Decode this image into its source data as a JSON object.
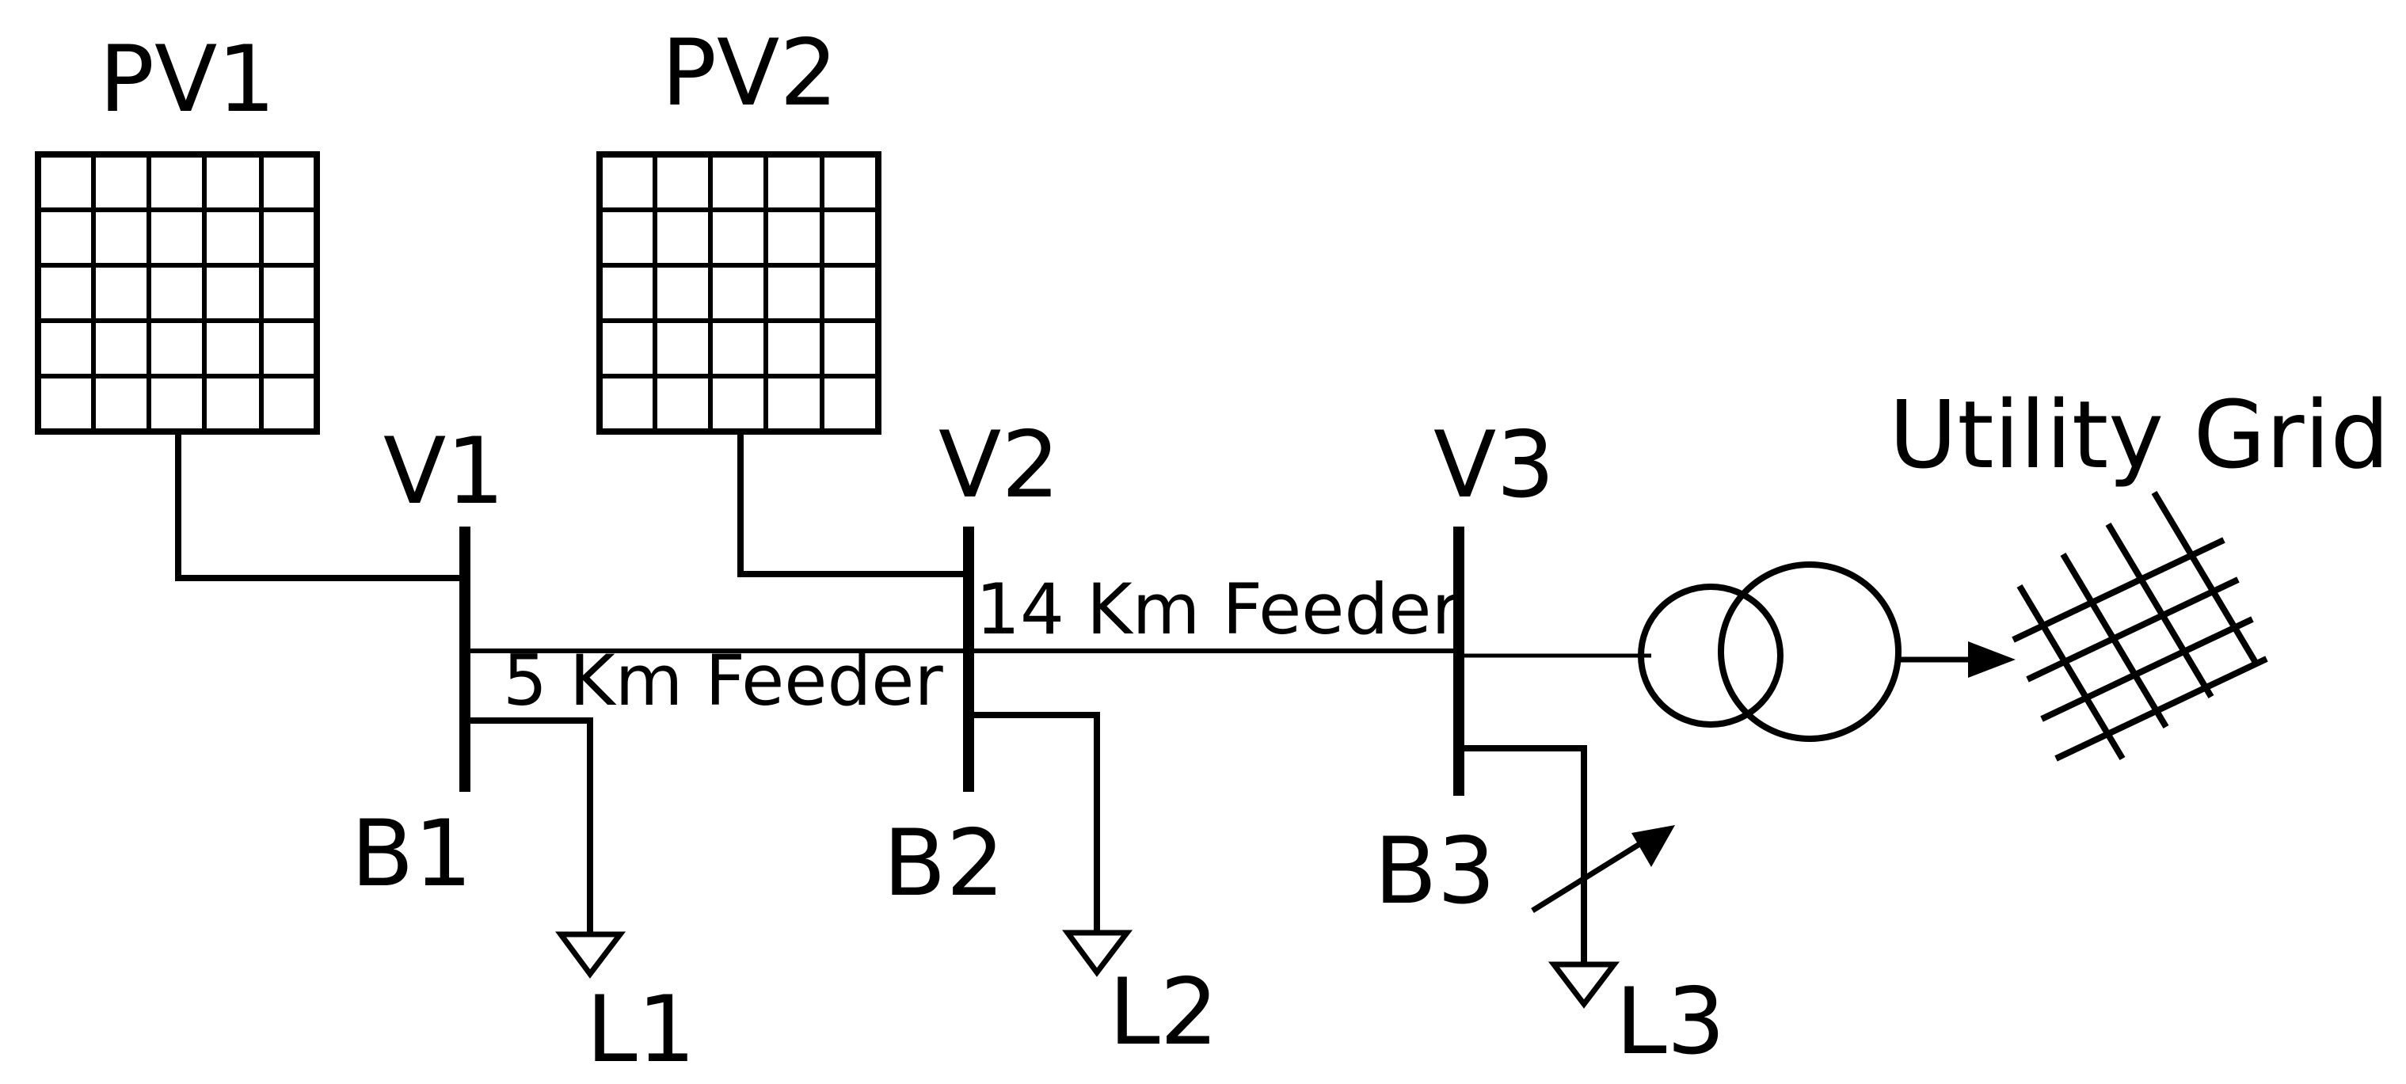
{
  "pv": [
    {
      "name": "PV1"
    },
    {
      "name": "PV2"
    }
  ],
  "buses": [
    {
      "voltage": "V1",
      "bus": "B1",
      "load": "L1"
    },
    {
      "voltage": "V2",
      "bus": "B2",
      "load": "L2"
    },
    {
      "voltage": "V3",
      "bus": "B3",
      "load": "L3"
    }
  ],
  "feeders": [
    {
      "label": "5 Km Feeder"
    },
    {
      "label": "14 Km Feeder"
    }
  ],
  "grid": {
    "label": "Utility Grid"
  },
  "colors": {
    "line": "#000000",
    "background": "#ffffff"
  }
}
